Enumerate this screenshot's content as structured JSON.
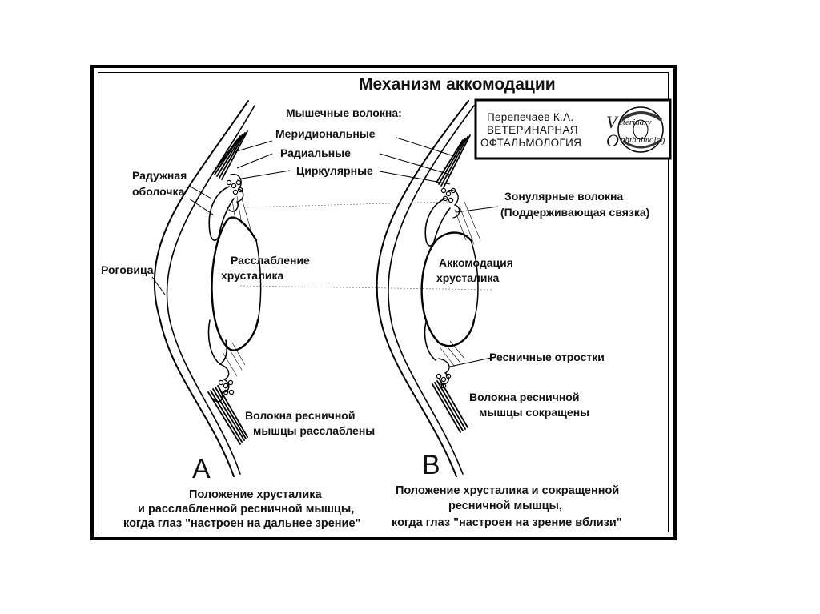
{
  "title": "Механизм аккомодации",
  "credit": {
    "author": "Перепечаев К.А.",
    "line1": "ВЕТЕРИНАРНАЯ",
    "line2": "ОФТАЛЬМОЛОГИЯ"
  },
  "labels": {
    "muscle_fibers": "Мышечные волокна:",
    "meridional": "Меридиональные",
    "radial": "Радиальные",
    "circular": "Циркулярные",
    "iris_1": "Радужная",
    "iris_2": "оболочка",
    "cornea": "Роговица",
    "relax_1": "Расслабление",
    "relax_2": "хрусталика",
    "fibers_a_1": "Волокна ресничной",
    "fibers_a_2": "мышцы расслаблены",
    "zonular_1": "Зонулярные волокна",
    "zonular_2": "(Поддерживающая связка)",
    "accom_1": "Аккомодация",
    "accom_2": "хрусталика",
    "processes": "Ресничные отростки",
    "fibers_b_1": "Волокна ресничной",
    "fibers_b_2": "мышцы сокращены"
  },
  "panels": {
    "a_letter": "A",
    "b_letter": "B"
  },
  "captions": {
    "a_1": "Положение хрусталика",
    "a_2": "и расслабленной ресничной мышцы,",
    "a_3": "когда глаз \"настроен на дальнее зрение\"",
    "b_1": "Положение хрусталика и сокращенной",
    "b_2": "ресничной мышцы,",
    "b_3": "когда глаз \"настроен на зрение вблизи\""
  },
  "logo": {
    "v_letter": "V",
    "v_rest": "eterinary",
    "o_letter": "O",
    "o_rest": "phthalmolog"
  }
}
